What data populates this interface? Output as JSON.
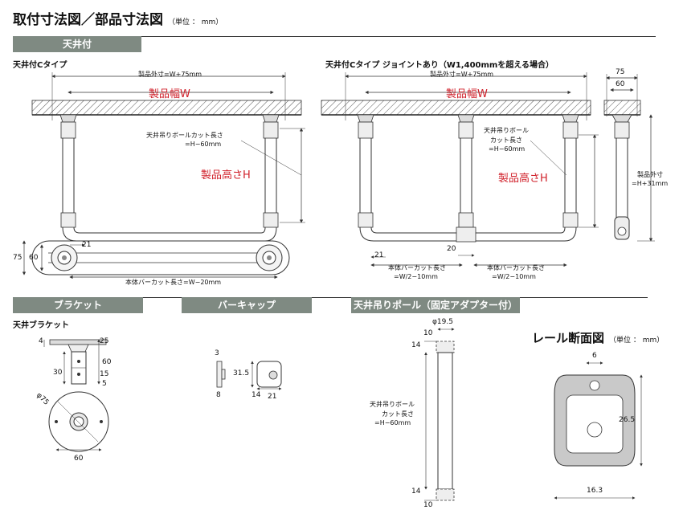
{
  "header": {
    "title": "取付寸法図／部品寸法図",
    "unit": "（単位 ： mm）"
  },
  "tabs": {
    "ceiling": "天井付",
    "bracket": "ブラケット",
    "bar_cap": "バーキャップ",
    "pole": "天井吊りポール（固定アダプター付）"
  },
  "diagram_left": {
    "subtitle": "天井付Cタイプ",
    "outer_width": "製品外寸=W+75mm",
    "product_width": "製品幅W",
    "pole_cut_line1": "天井吊りボールカット長さ",
    "pole_cut_line2": "=H−60mm",
    "product_height": "製品高さH",
    "dim_21": "21",
    "dim_75": "75",
    "dim_60": "60",
    "bar_cut": "本体バーカット長さ=W−20mm"
  },
  "diagram_right": {
    "subtitle": "天井付Cタイプ ジョイントあり（W1,400mmを超える場合）",
    "outer_width": "製品外寸=W+75mm",
    "product_width": "製品幅W",
    "pole_cut_line1": "天井吊りボール",
    "pole_cut_line2": "カット長さ",
    "pole_cut_line3": "=H−60mm",
    "product_height": "製品高さH",
    "dim_21": "21",
    "dim_20": "20",
    "bar_cut_label": "本体バーカット長さ",
    "bar_cut_value": "=W/2−10mm",
    "bar_cut_label2": "本体バーカット長さ",
    "bar_cut_value2": "=W/2−10mm"
  },
  "diagram_side": {
    "dim_75": "75",
    "dim_60": "60",
    "outer_h_line1": "製品外寸",
    "outer_h_line2": "=H+31mm"
  },
  "bracket": {
    "subtitle": "天井ブラケット",
    "dim_4": "4",
    "dim_25": "25",
    "dim_60": "60",
    "dim_30": "30",
    "dim_15": "15",
    "dim_5": "5",
    "dim_phi75": "φ75",
    "dim_60b": "60"
  },
  "bar_cap": {
    "dim_3": "3",
    "dim_31_5": "31.5",
    "dim_8": "8",
    "dim_14": "14",
    "dim_21": "21"
  },
  "pole": {
    "dim_phi": "φ19.5",
    "dim_10_top": "10",
    "dim_14_top": "14",
    "cut_line1": "天井吊りボール",
    "cut_line2": "カット長さ",
    "cut_line3": "=H−60mm",
    "dim_14_bottom": "14",
    "dim_10_bottom": "10"
  },
  "rail": {
    "title": "レール断面図",
    "unit": "（単位 ： mm）",
    "dim_6": "6",
    "dim_26_5": "26.5",
    "dim_16_3": "16.3"
  }
}
